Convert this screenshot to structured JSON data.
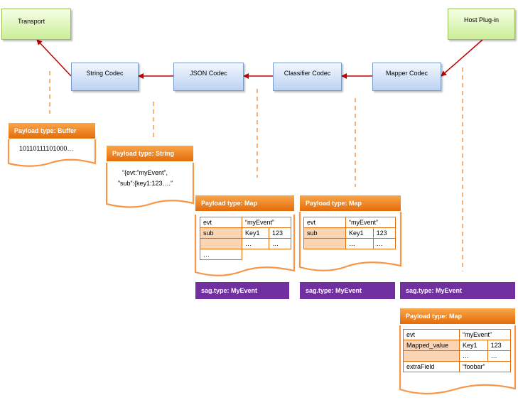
{
  "boxes": {
    "transport": "Transport",
    "host_plugin": "Host Plug-in",
    "string_codec": "String Codec",
    "json_codec": "JSON Codec",
    "classifier_codec": "Classifier Codec",
    "mapper_codec": "Mapper Codec"
  },
  "buffer_payload": {
    "header": "Payload type: Buffer",
    "content": "10110111101000…"
  },
  "string_payload": {
    "header": "Payload type: String",
    "line1": "“{evt:”myEvent”,",
    "line2": "”sub”:{key1:123….”"
  },
  "map_payload_1": {
    "header": "Payload type: Map",
    "rows": [
      [
        "evt",
        "“myEvent”",
        ""
      ],
      [
        "sub",
        "Key1",
        "123"
      ],
      [
        "",
        "…",
        "…"
      ],
      [
        "…",
        "",
        ""
      ]
    ]
  },
  "map_payload_2": {
    "header": "Payload type: Map",
    "rows": [
      [
        "evt",
        "“myEvent”",
        ""
      ],
      [
        "sub",
        "Key1",
        "123"
      ],
      [
        "",
        "…",
        "…"
      ]
    ]
  },
  "map_payload_3": {
    "header": "Payload type: Map",
    "rows": [
      [
        "evt",
        "“myEvent”",
        ""
      ],
      [
        "Mapped_value",
        "Key1",
        "123"
      ],
      [
        "",
        "…",
        "…"
      ],
      [
        "extraField",
        "“foobar”",
        ""
      ]
    ]
  },
  "sag_labels": [
    "sag.type: MyEvent",
    "sag.type: MyEvent",
    "sag.type: MyEvent"
  ],
  "colors": {
    "arrow": "#c00000",
    "dash": "#f79646",
    "header": "#e46c0a",
    "sag": "#7030a0",
    "codec_fill": "#c6d9f1",
    "endpoint_fill": "#d7f4b4"
  }
}
